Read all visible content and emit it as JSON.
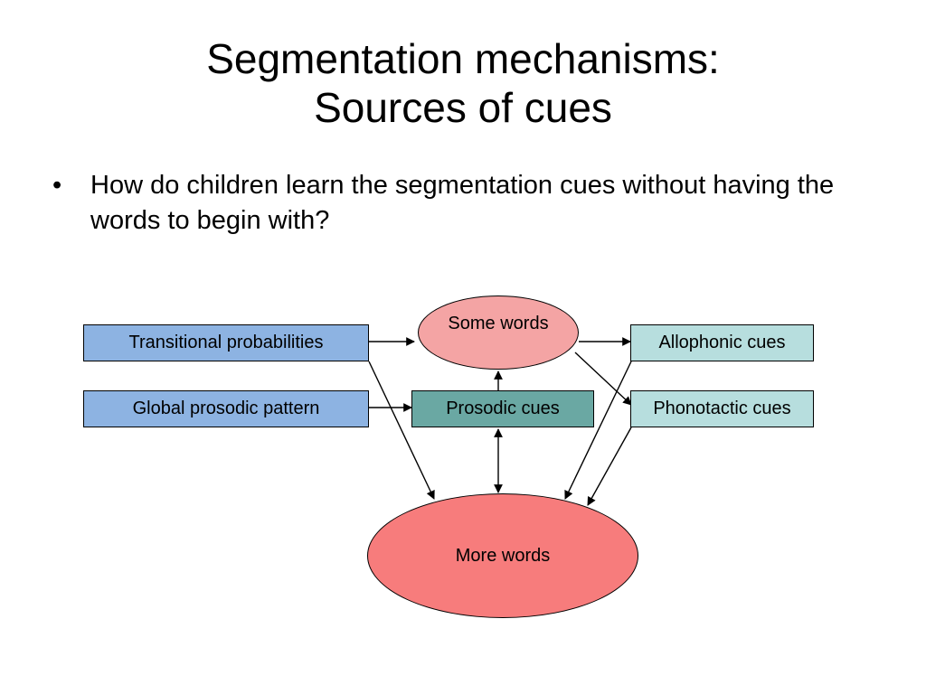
{
  "slide": {
    "title_line1": "Segmentation mechanisms:",
    "title_line2": "Sources of cues",
    "bullets": [
      "How do children learn the segmentation cues without having the words to begin with?"
    ]
  },
  "diagram": {
    "nodes": {
      "transitional": "Transitional probabilities",
      "global_prosodic": "Global prosodic pattern",
      "some_words": "Some words",
      "prosodic_cues": "Prosodic cues",
      "allophonic": "Allophonic cues",
      "phonotactic": "Phonotactic cues",
      "more_words": "More words"
    },
    "edges": [
      [
        "transitional",
        "some_words"
      ],
      [
        "global_prosodic",
        "prosodic_cues"
      ],
      [
        "prosodic_cues",
        "some_words"
      ],
      [
        "some_words",
        "allophonic"
      ],
      [
        "some_words",
        "phonotactic"
      ],
      [
        "transitional",
        "more_words"
      ],
      [
        "prosodic_cues",
        "more_words"
      ],
      [
        "more_words",
        "prosodic_cues"
      ],
      [
        "allophonic",
        "more_words"
      ],
      [
        "phonotactic",
        "more_words"
      ]
    ],
    "colors": {
      "blue_box": "#8db3e2",
      "teal_box": "#6aa8a3",
      "light_box": "#b7dede",
      "some_words_fill": "#f4a4a4",
      "more_words_fill": "#f77c7c"
    }
  }
}
